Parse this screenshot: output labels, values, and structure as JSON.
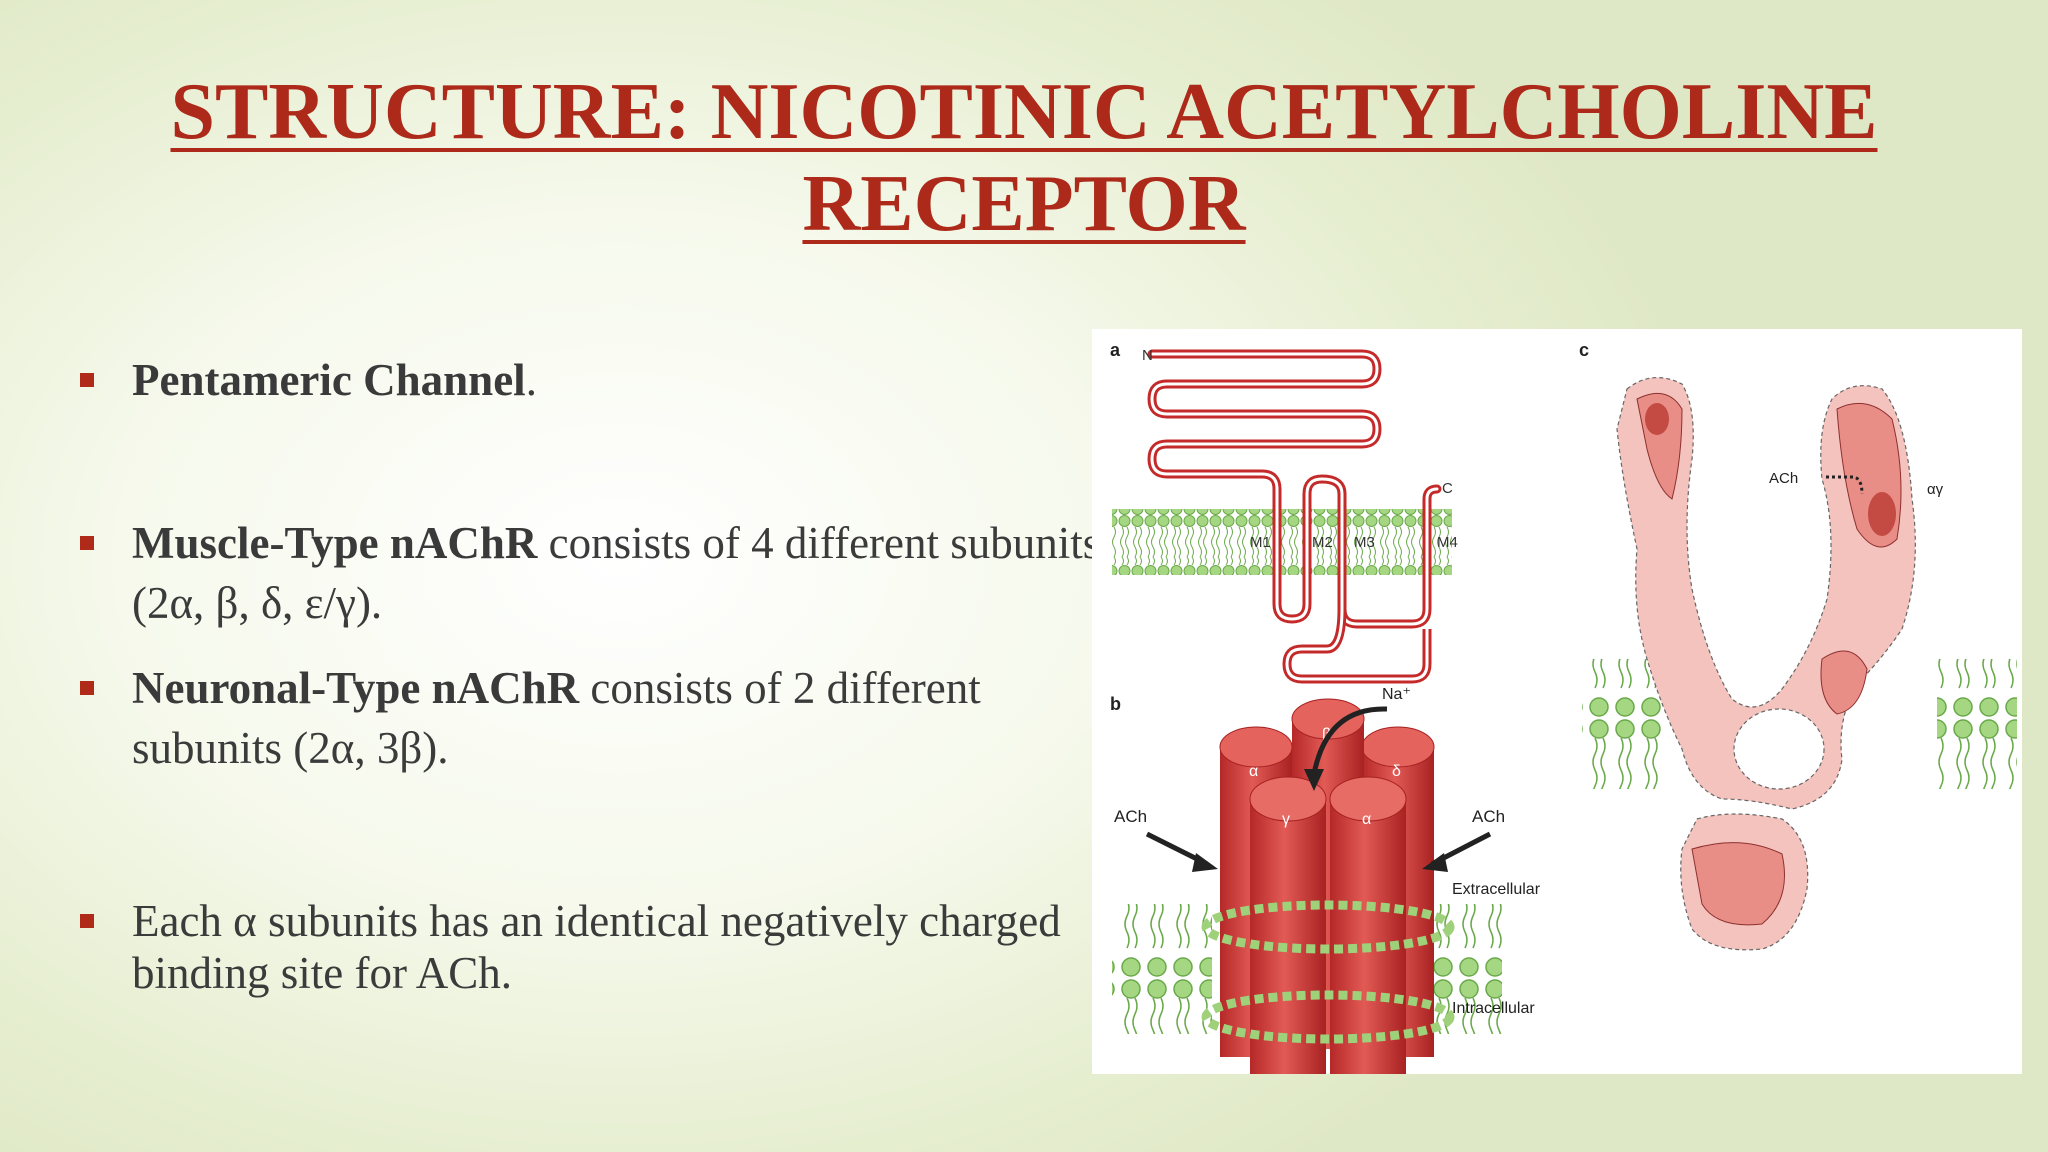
{
  "title": {
    "line1": "STRUCTURE: NICOTINIC ACETYLCHOLINE",
    "line2": "RECEPTOR"
  },
  "bullets": [
    {
      "bold": "Pentameric Channel",
      "rest": "."
    },
    {
      "bold": "Muscle-Type nAChR",
      "rest": " consists of 4 different subunits (2α, β, δ, ε/γ)."
    },
    {
      "bold": " Neuronal-Type nAChR",
      "rest": " consists of 2 different subunits (2α, 3β)."
    },
    {
      "bold": "",
      "rest": "Each α subunits has an identical negatively charged binding site for ACh."
    }
  ],
  "figure": {
    "panel_a": {
      "label": "a",
      "n_terminus": "N",
      "c_terminus": "C",
      "segments": [
        "M1",
        "M2",
        "M3",
        "M4"
      ]
    },
    "panel_b": {
      "label": "b",
      "ion": "Na⁺",
      "subunits": [
        "α",
        "β",
        "δ",
        "γ",
        "α"
      ],
      "ach_left": "ACh",
      "ach_right": "ACh",
      "extracellular": "Extracellular",
      "intracellular": "Intracellular"
    },
    "panel_c": {
      "label": "c",
      "ach": "ACh",
      "alpha_gamma": "αγ"
    }
  },
  "colors": {
    "title": "#ad2a1a",
    "bullet_mark": "#b02a1a",
    "protein": "#d9403f",
    "lipid": "#9fd07a"
  }
}
